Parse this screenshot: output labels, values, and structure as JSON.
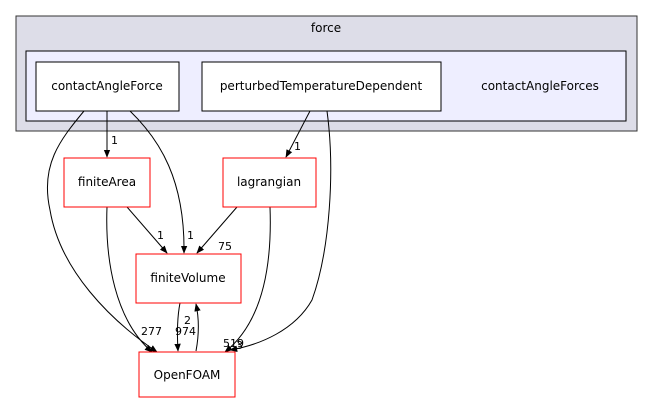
{
  "outer_cluster": {
    "label": "force",
    "fill": "#dddde8"
  },
  "inner_cluster": {
    "label": "contactAngleForces",
    "fill": "#eeeeff"
  },
  "nodes": {
    "contactAngleForce": "contactAngleForce",
    "perturbedTemperatureDependent": "perturbedTemperatureDependent",
    "finiteArea": "finiteArea",
    "lagrangian": "lagrangian",
    "finiteVolume": "finiteVolume",
    "OpenFOAM": "OpenFOAM"
  },
  "edge_labels": {
    "contactAngleForce_finiteArea": "1",
    "contactAngleForce_finiteVolume": "1",
    "perturbed_lagrangian": "1",
    "finiteArea_finiteVolume": "1",
    "lagrangian_finiteVolume": "75",
    "finiteArea_OpenFOAM": "277",
    "finiteVolume_OpenFOAM": "974",
    "OpenFOAM_finiteVolume": "2",
    "lagrangian_OpenFOAM": "519",
    "perturbed_OpenFOAM": "3"
  },
  "colors": {
    "node_border_black": "#000000",
    "node_border_red": "#ff0000",
    "edge": "#000000",
    "cluster_border": "#333333"
  }
}
